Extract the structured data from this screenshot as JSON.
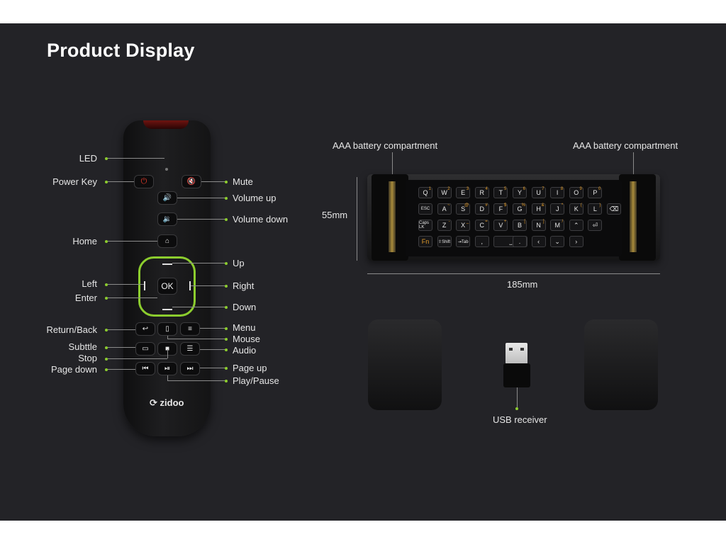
{
  "title": "Product Display",
  "remote": {
    "brand": "zidoo",
    "ok_label": "OK",
    "labels_left": {
      "led": "LED",
      "power": "Power Key",
      "home": "Home",
      "left": "Left",
      "enter": "Enter",
      "return_back": "Return/Back",
      "subtitle": "Subttle",
      "stop": "Stop",
      "page_down": "Page down"
    },
    "labels_right": {
      "mute": "Mute",
      "volume_up": "Volume up",
      "volume_down": "Volume down",
      "up": "Up",
      "right": "Right",
      "down": "Down",
      "menu": "Menu",
      "mouse": "Mouse",
      "audio": "Audio",
      "page_up": "Page up",
      "play_pause": "Play/Pause"
    },
    "accent_color": "#8ccd2e"
  },
  "keyboard": {
    "battery_left": "AAA battery compartment",
    "battery_right": "AAA battery compartment",
    "height": "55mm",
    "width": "185mm",
    "rows": [
      [
        [
          "Q",
          "1"
        ],
        [
          "W",
          "2"
        ],
        [
          "E",
          "3"
        ],
        [
          "R",
          "4"
        ],
        [
          "T",
          "5"
        ],
        [
          "Y",
          "6"
        ],
        [
          "U",
          "7"
        ],
        [
          "I",
          "8"
        ],
        [
          "O",
          "9"
        ],
        [
          "P",
          "0"
        ]
      ],
      [
        [
          "ESC",
          ""
        ],
        [
          "A",
          "~"
        ],
        [
          "S",
          "@"
        ],
        [
          "D",
          "#"
        ],
        [
          "F",
          "$"
        ],
        [
          "G",
          "%"
        ],
        [
          "H",
          "&"
        ],
        [
          "J",
          "*"
        ],
        [
          "K",
          "("
        ],
        [
          "L",
          ")"
        ],
        [
          "⌫",
          ""
        ]
      ],
      [
        [
          "Caps LK",
          ""
        ],
        [
          "Z",
          "-"
        ],
        [
          "X",
          "_"
        ],
        [
          "C",
          "="
        ],
        [
          "V",
          "+"
        ],
        [
          "B",
          "["
        ],
        [
          "N",
          "]"
        ],
        [
          "M",
          "/"
        ],
        [
          "⌃",
          ""
        ],
        [
          "⏎",
          ""
        ]
      ],
      [
        [
          "Fn",
          ""
        ],
        [
          "⇧Shift",
          ""
        ],
        [
          "⇥Tab",
          ""
        ],
        [
          ",",
          ""
        ],
        [
          "⎵",
          ""
        ],
        [
          ".",
          ""
        ],
        [
          "‹",
          ""
        ],
        [
          "⌄",
          ""
        ],
        [
          "›",
          ""
        ]
      ]
    ]
  },
  "usb_label": "USB receiver"
}
